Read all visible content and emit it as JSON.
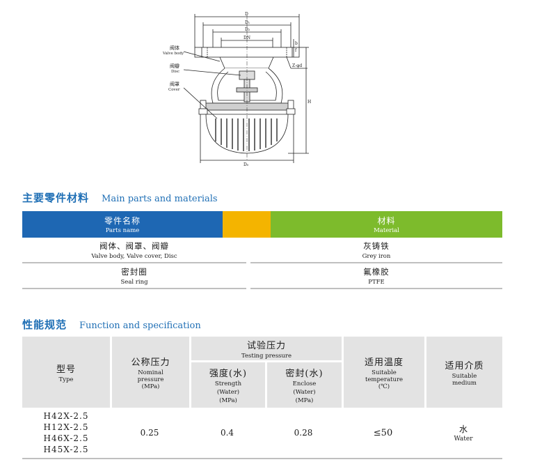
{
  "drawing": {
    "callouts": [
      {
        "cn": "阀体",
        "en": "Valve body"
      },
      {
        "cn": "阀瓣",
        "en": "Disc"
      },
      {
        "cn": "阀罩",
        "en": "Cover"
      }
    ],
    "dims": {
      "D": "D",
      "D1": "D₁",
      "D2": "D₂",
      "DN": "DN",
      "holes": "Z-φd",
      "H": "H",
      "D0": "D₀",
      "f": "f",
      "b": "b"
    }
  },
  "parts_section": {
    "title_cn": "主要零件材料",
    "title_en": "Main parts and materials"
  },
  "parts_table": {
    "header": {
      "name_cn": "零件名称",
      "name_en": "Parts name",
      "material_cn": "材料",
      "material_en": "Material"
    },
    "rows": [
      {
        "name_cn": "阀体、阀罩、阀瓣",
        "name_en": "Valve body, Valve cover, Disc",
        "mat_cn": "灰铸铁",
        "mat_en": "Grey iron"
      },
      {
        "name_cn": "密封圈",
        "name_en": "Seal ring",
        "mat_cn": "氟橡胶",
        "mat_en": "PTFE"
      }
    ]
  },
  "spec_section": {
    "title_cn": "性能规范",
    "title_en": "Function and specification"
  },
  "spec_table": {
    "header": {
      "type_cn": "型号",
      "type_en": "Type",
      "nominal_cn": "公称压力",
      "nominal_en1": "Nominal",
      "nominal_en2": "pressure",
      "nominal_en3": "(MPa)",
      "testing_cn": "试验压力",
      "testing_en": "Testing pressure",
      "strength_cn": "强度(水)",
      "strength_en1": "Strength",
      "strength_en2": "(Water)",
      "strength_en3": "(MPa)",
      "enclose_cn": "密封(水)",
      "enclose_en1": "Enclose",
      "enclose_en2": "(Water)",
      "enclose_en3": "(MPa)",
      "temp_cn": "适用温度",
      "temp_en1": "Suitable",
      "temp_en2": "temperature",
      "temp_en3": "(℃)",
      "medium_cn": "适用介质",
      "medium_en1": "Suitable",
      "medium_en2": "medium"
    },
    "row": {
      "types": [
        "H42X-2.5",
        "H12X-2.5",
        "H46X-2.5",
        "H45X-2.5"
      ],
      "nominal": "0.25",
      "strength": "0.4",
      "enclose": "0.28",
      "temp": "≤50",
      "medium_cn": "水",
      "medium_en": "Water"
    }
  }
}
